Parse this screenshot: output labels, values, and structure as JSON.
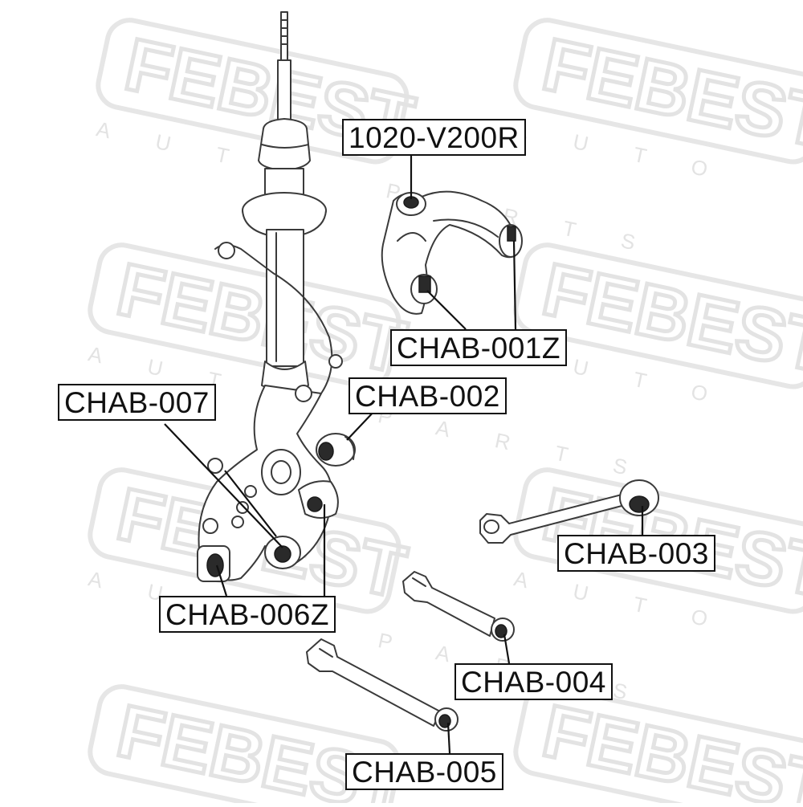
{
  "watermark": {
    "brand": "FEBEST",
    "tagline": "AUTO PARTS",
    "color": "#e3e3e3"
  },
  "labels": {
    "l1020": "1020-V200R",
    "chab001z": "CHAB-001Z",
    "chab002": "CHAB-002",
    "chab003": "CHAB-003",
    "chab004": "CHAB-004",
    "chab005": "CHAB-005",
    "chab006z": "CHAB-006Z",
    "chab007": "CHAB-007"
  }
}
